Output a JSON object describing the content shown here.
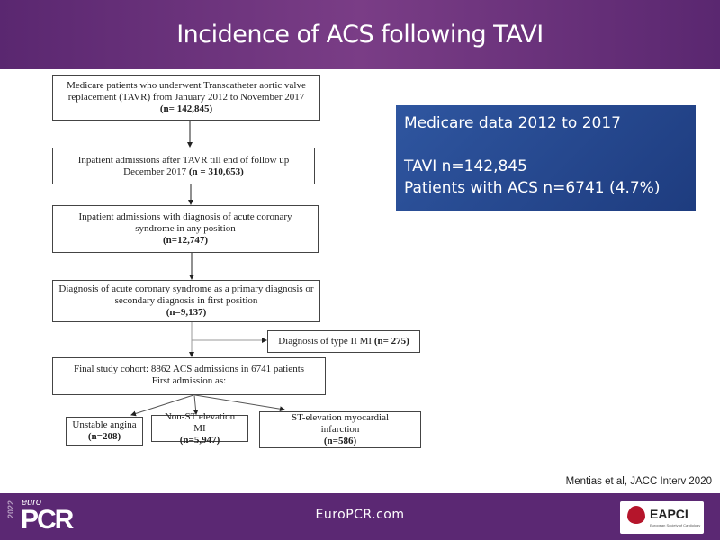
{
  "title": "Incidence of ACS following TAVI",
  "flowchart": {
    "box1": {
      "text": "Medicare patients who underwent Transcatheter aortic valve replacement (TAVR) from January 2012 to November 2017",
      "n": "(n= 142,845)"
    },
    "box2": {
      "text": "Inpatient admissions after TAVR till end of follow up December 2017",
      "n": "(n = 310,653)"
    },
    "box3": {
      "text": "Inpatient admissions with diagnosis of acute coronary syndrome in any position",
      "n": "(n=12,747)"
    },
    "box4": {
      "text": "Diagnosis of acute coronary syndrome as a primary diagnosis or secondary diagnosis in first position",
      "n": "(n=9,137)"
    },
    "excluded": {
      "text": "Diagnosis of type II MI",
      "n": "(n= 275)"
    },
    "final": {
      "line1": "Final study cohort: 8862 ACS admissions in 6741 patients",
      "line2": "First admission as:"
    },
    "outcomes": [
      {
        "text": "Unstable angina",
        "n": "(n=208)"
      },
      {
        "text": "Non-ST elevation MI",
        "n": "(n=5,947)"
      },
      {
        "text": "ST-elevation myocardial infarction",
        "n": "(n=586)"
      }
    ]
  },
  "info_box": {
    "line1": "Medicare data 2012 to 2017",
    "line2": "TAVI n=142,845",
    "line3": "Patients with ACS n=6741 (4.7%)"
  },
  "citation": "Mentias et al, JACC Interv 2020",
  "footer": {
    "site": "EuroPCR.com",
    "logo_left": {
      "year": "2022",
      "euro": "euro",
      "pcr": "PCR"
    },
    "logo_right": {
      "name": "EAPCI",
      "sub": "European Society of Cardiology"
    }
  },
  "colors": {
    "header": "#6a3279",
    "footer": "#5b2873",
    "info_box": "#2a4d94"
  }
}
